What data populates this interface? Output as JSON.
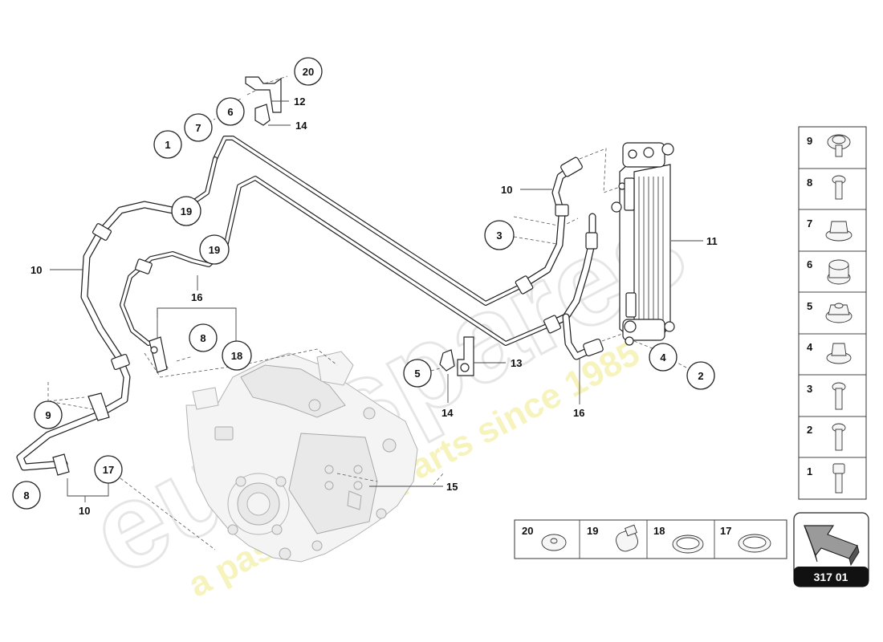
{
  "watermark": {
    "brand": "eurospares",
    "tagline": "a passion for parts since 1985"
  },
  "callouts": {
    "c20": "20",
    "c6": "6",
    "c7": "7",
    "c1": "1",
    "c19a": "19",
    "c19b": "19",
    "c8a": "8",
    "c18": "18",
    "c9": "9",
    "c17": "17",
    "c8b": "8",
    "c3": "3",
    "c5": "5",
    "c4": "4",
    "c2": "2"
  },
  "labels": {
    "l12": "12",
    "l14a": "14",
    "l10a": "10",
    "l16a": "16",
    "l10b": "10",
    "l10c": "10",
    "l11": "11",
    "l13": "13",
    "l14b": "14",
    "l16b": "16",
    "l15": "15"
  },
  "legend_right": [
    {
      "number": "9",
      "icon": "hex-flange-bolt-icon"
    },
    {
      "number": "8",
      "icon": "flange-bolt-icon"
    },
    {
      "number": "7",
      "icon": "flange-nut-icon"
    },
    {
      "number": "6",
      "icon": "grommet-icon"
    },
    {
      "number": "5",
      "icon": "hex-nut-icon"
    },
    {
      "number": "4",
      "icon": "cap-nut-icon"
    },
    {
      "number": "3",
      "icon": "hex-bolt-icon"
    },
    {
      "number": "2",
      "icon": "hex-bolt-icon"
    },
    {
      "number": "1",
      "icon": "socket-bolt-icon"
    }
  ],
  "legend_bottom": [
    {
      "number": "20",
      "icon": "washer-icon"
    },
    {
      "number": "19",
      "icon": "hose-clamp-icon"
    },
    {
      "number": "18",
      "icon": "o-ring-icon"
    },
    {
      "number": "17",
      "icon": "sealing-ring-icon"
    }
  ],
  "page_ref": "317 01"
}
